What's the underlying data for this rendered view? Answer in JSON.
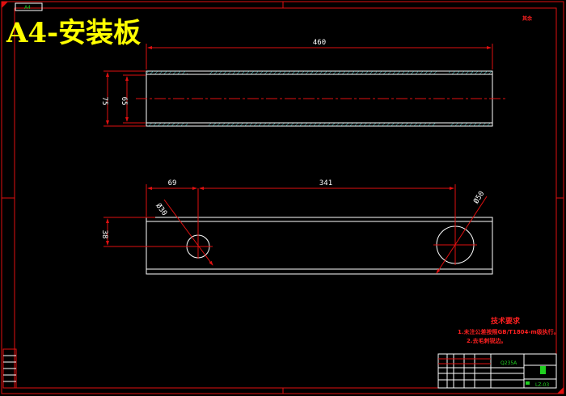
{
  "title": "A4-安装板",
  "sheet_tag": "A4",
  "roughness_note": "其余",
  "top_view": {
    "length": "460",
    "outer_height": "75",
    "inner_height": "65"
  },
  "front_view": {
    "offset_left": "69",
    "hole_spacing": "341",
    "hole_height": "38",
    "small_hole_dia": "Ø30",
    "large_hole_dia": "Ø50"
  },
  "tech_requirements": {
    "heading": "技术要求",
    "items": [
      "1.未注公差按照GB/T1804-m级执行。",
      "2.去毛刺锐边。"
    ]
  },
  "title_block": {
    "material": "Q235A",
    "drawing_no": "LZ-03"
  },
  "colors": {
    "background": "#000000",
    "frame": "#e01010",
    "title": "#ffff00",
    "hatch": "#4fd0d0",
    "outline": "#ffffff"
  }
}
